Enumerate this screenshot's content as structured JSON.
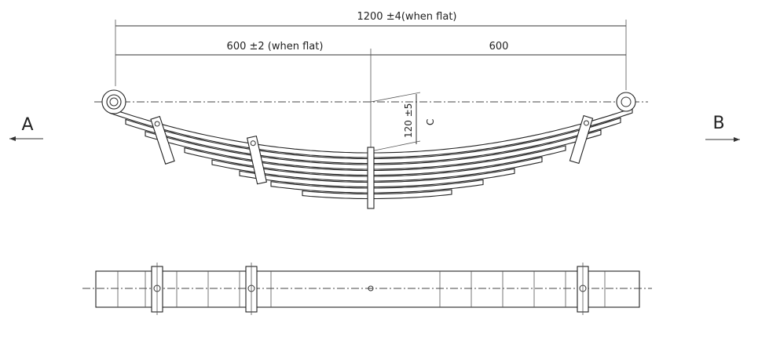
{
  "dimensions": {
    "overall_length": "1200 ±4(when flat)",
    "half_length_left": "600 ±2 (when flat)",
    "half_length_right": "600",
    "camber": "120 ±5",
    "camber_ref": "C"
  },
  "views": {
    "left_label": "A",
    "right_label": "B"
  },
  "spring": {
    "leaf_count": 8,
    "clamp_count": 3
  }
}
